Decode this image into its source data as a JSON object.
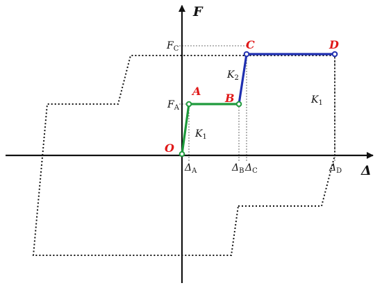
{
  "axes": {
    "y_label": "F",
    "x_label": "Δ"
  },
  "points": {
    "O": "O",
    "A": "A",
    "B": "B",
    "C": "C",
    "D": "D"
  },
  "force_marks": {
    "FC": {
      "symbol": "F",
      "subscript": "C"
    },
    "FA": {
      "symbol": "F",
      "subscript": "A"
    }
  },
  "displacement_marks": {
    "A": {
      "symbol": "Δ",
      "subscript": "A"
    },
    "B": {
      "symbol": "Δ",
      "subscript": "B"
    },
    "C": {
      "symbol": "Δ",
      "subscript": "C"
    },
    "D": {
      "symbol": "Δ",
      "subscript": "D"
    }
  },
  "stiffness_marks": {
    "K1_left": {
      "symbol": "K",
      "subscript": "1"
    },
    "K2": {
      "symbol": "K",
      "subscript": "2"
    },
    "K1_right": {
      "symbol": "K",
      "subscript": "1"
    }
  },
  "colors": {
    "green_path": "#1e9a3c",
    "blue_path": "#1f2fb0",
    "point_labels": "#e01818",
    "axes": "#111111",
    "dotted": "#111111"
  }
}
